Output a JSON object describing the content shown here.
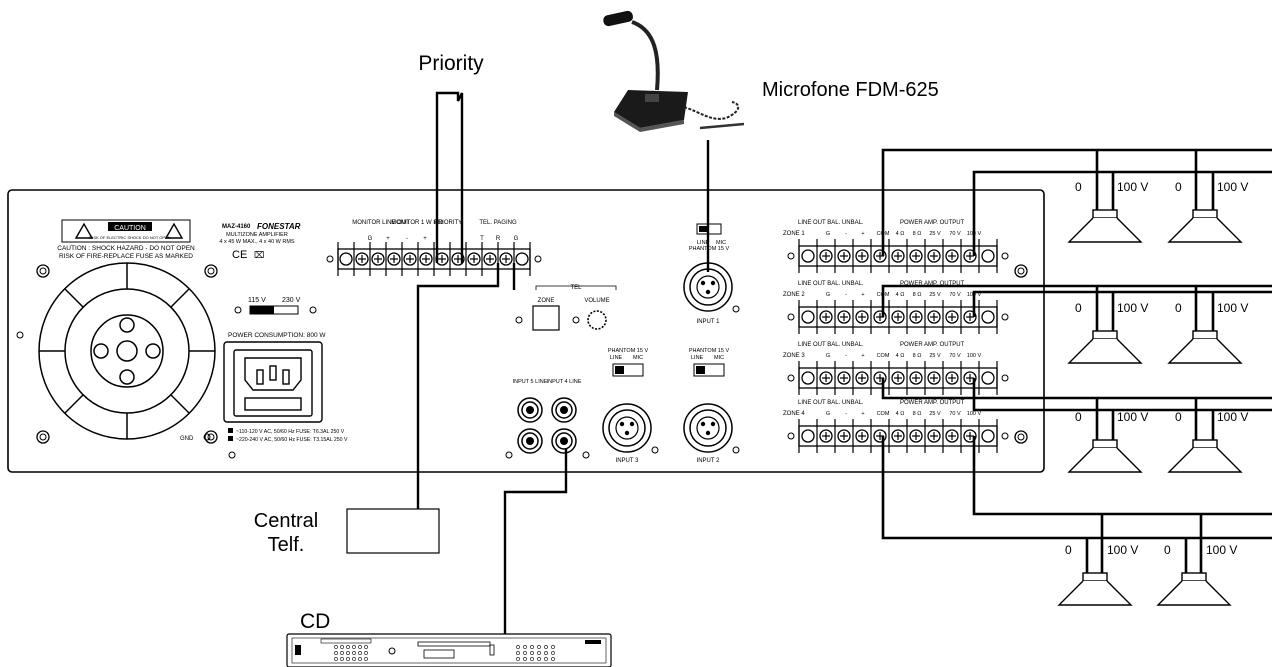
{
  "labels": {
    "priority": "Priority",
    "microphone": "Microfone FDM-625",
    "central_line1": "Central",
    "central_line2": "Telf.",
    "cd": "CD"
  },
  "speaker_taps": {
    "zero": "0",
    "hundred": "100 V"
  },
  "panel": {
    "model": "MAZ-4160",
    "brand": "FONESTAR",
    "subtitle": "MULTIZONE AMPLIFIER",
    "rating": "4 x 45 W MAX., 4 x 40 W RMS",
    "caution_title": "CAUTION",
    "caution_sub": "RISK OF ELECTRIC SHOCK DO NOT OPEN",
    "caution_text1": "CAUTION : SHOCK HAZARD - DO NOT OPEN",
    "caution_text2": "RISK OF FIRE-REPLACE FUSE AS MARKED",
    "voltage_115": "115 V",
    "voltage_230": "230 V",
    "power_consumption": "POWER CONSUMPTION: 800 W",
    "fuse1": "~110-120 V AC, 50/60 Hz FUSE: T6.3AL 250 V",
    "fuse2": "~220-240 V AC, 50/60 Hz FUSE: T3.15AL 250 V",
    "gnd": "GND",
    "monitor_line_out": "MONITOR LINE OUT",
    "monitor_1w": "MONITOR 1 W 8 Ω",
    "priority_label": "PRIORITY",
    "tel_paging": "TEL. PAGING",
    "pins": [
      "G",
      "+",
      "-",
      "+",
      "T",
      "R",
      "G"
    ],
    "tel": "TEL",
    "zone": "ZONE",
    "volume": "VOLUME",
    "phantom": "PHANTOM 15 V",
    "line": "LINE",
    "mic": "MIC",
    "input1": "INPUT 1",
    "input2": "INPUT 2",
    "input3": "INPUT 3",
    "input4": "INPUT 4 LINE",
    "input5": "INPUT 5 LINE",
    "line_out_bal": "LINE OUT BAL. UNBAL.",
    "power_amp_output": "POWER AMP. OUTPUT",
    "zones": [
      "ZONE 1",
      "ZONE 2",
      "ZONE 3",
      "ZONE 4"
    ],
    "zone_pins": [
      "G",
      "-",
      "+",
      "COM",
      "4 Ω",
      "8 Ω",
      "25 V",
      "70 V",
      "100 V"
    ]
  }
}
